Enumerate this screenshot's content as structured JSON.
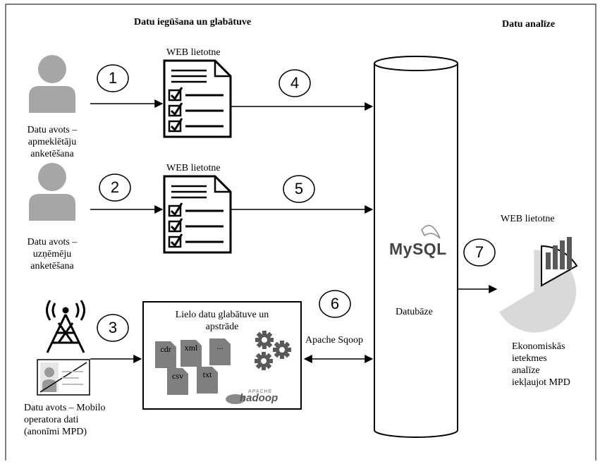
{
  "headers": {
    "collection": "Datu iegūšana un glabātuve",
    "analysis": "Datu analīze"
  },
  "sources": {
    "visitors": [
      "Datu avots –",
      "apmeklētāju",
      "anketēšana"
    ],
    "businesses": [
      "Datu avots –",
      "uzņēmēju",
      "anketēšana"
    ],
    "mobile": [
      "Datu avots – Mobilo",
      "operatora dati",
      "(anonīmi MPD)"
    ]
  },
  "web_app_label": "WEB lietotne",
  "steps": [
    "1",
    "2",
    "3",
    "4",
    "5",
    "6",
    "7"
  ],
  "bigdata": {
    "title": [
      "Lielo datu glabātuve un",
      "apstrāde"
    ],
    "files": [
      "cdr",
      "xml",
      "...",
      "csv",
      "txt"
    ],
    "hadoop_logo": "hadoop",
    "apache_logo": "APACHE"
  },
  "sqoop_label": "Apache Sqoop",
  "database": {
    "logo": "MySQL",
    "label": "Datubāze"
  },
  "analysis_result": [
    "Ekonomiskās",
    "ietekmes",
    "analīze",
    "iekļaujot MPD"
  ],
  "colors": {
    "person": "#a6a6a6",
    "pie_light": "#d9d9d9",
    "pie_dark": "#595959",
    "border": "#000000"
  },
  "icons": [
    "person-icon",
    "document-checklist-icon",
    "antenna-tower-icon",
    "id-card-icon",
    "file-icon",
    "gears-icon",
    "database-cylinder",
    "pie-chart-icon"
  ]
}
